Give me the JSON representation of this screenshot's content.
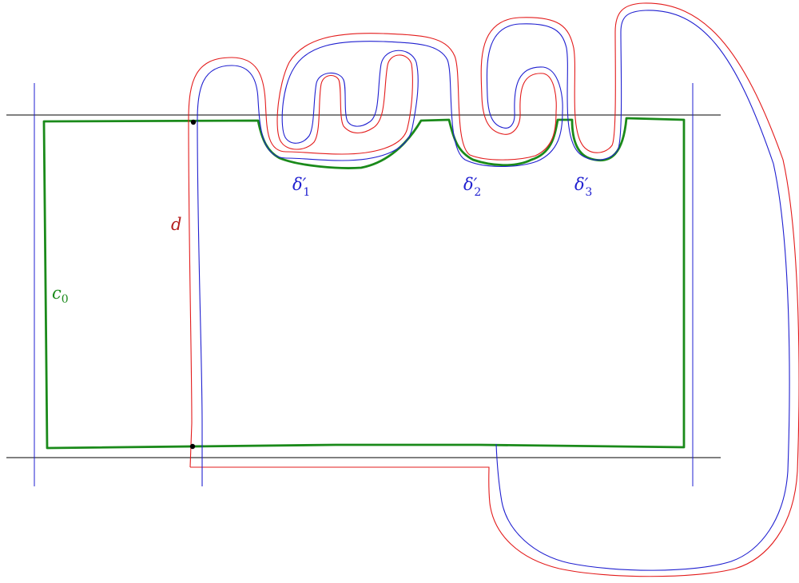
{
  "colors": {
    "horizontal_lines": "#000000",
    "vertical_lines": "#1f1fd0",
    "curve_blue": "#1f1fd0",
    "curve_red": "#e31b1b",
    "curve_green": "#1a8a1a",
    "label_d": "#b41e1e",
    "label_c0": "#1a8a1a",
    "label_delta": "#1f1fd0",
    "points": "#000000"
  },
  "labels": {
    "d": {
      "main": "d"
    },
    "c0": {
      "main": "c",
      "sub": "0"
    },
    "delta1": {
      "main": "δ′",
      "sub": "1"
    },
    "delta2": {
      "main": "δ′",
      "sub": "2"
    },
    "delta3": {
      "main": "δ′",
      "sub": "3"
    }
  },
  "marked_points": [
    {
      "name": "top-intersection-point"
    },
    {
      "name": "bottom-intersection-point"
    }
  ]
}
